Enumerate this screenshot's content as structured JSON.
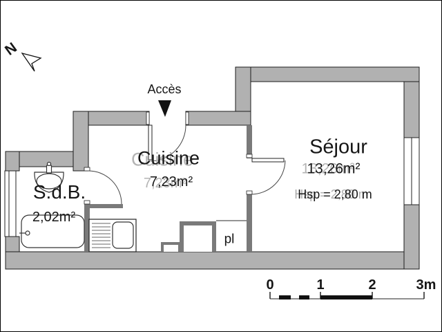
{
  "title": "Plan d'appartement",
  "north": {
    "label": "N"
  },
  "access": {
    "label": "Accès"
  },
  "rooms": {
    "sdb": {
      "name": "S.d.B.",
      "area": "2,02m²"
    },
    "cuisine": {
      "name": "Cuisine",
      "area": "7,23m²"
    },
    "sejour": {
      "name": "Séjour",
      "area": "13,26m²",
      "ceiling": "Hsp = 2,80 m"
    },
    "placard": {
      "name": "pl"
    }
  },
  "scale_bar": {
    "labels": [
      "0",
      "1",
      "2",
      "3m"
    ]
  },
  "colors": {
    "wall_exterior": "#b1b1b1",
    "wall_interior": "#7a7a7a",
    "outline": "#1c1c1c",
    "arrow": "#111111"
  }
}
